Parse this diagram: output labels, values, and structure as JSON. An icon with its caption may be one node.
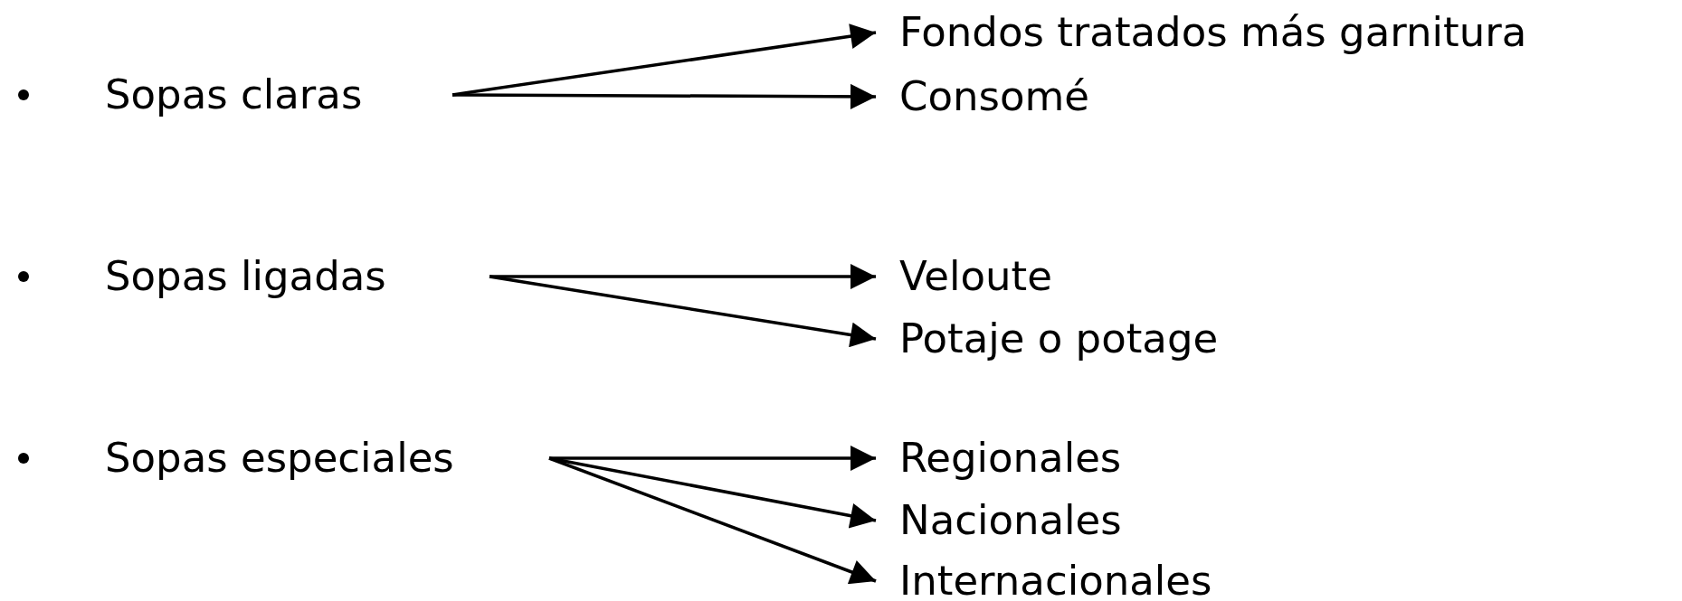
{
  "diagram": {
    "nodes": [
      {
        "text": [
          "Sopas claras"
        ]
      },
      {
        "text": [
          "Fondos tratados más garnitura"
        ]
      },
      {
        "text": [
          "Consomé"
        ]
      },
      {
        "text": [
          "Sopas ligadas"
        ]
      },
      {
        "text": [
          "Veloute"
        ]
      },
      {
        "text": [
          "Potaje o potage"
        ]
      },
      {
        "text": [
          "Sopas especiales"
        ]
      },
      {
        "text": [
          "Regionales"
        ]
      },
      {
        "text": [
          "Nacionales"
        ]
      },
      {
        "text": [
          "Internacionales"
        ]
      }
    ],
    "edges": [
      {
        "from": 0,
        "to": 1,
        "arrow": "to"
      },
      {
        "from": 0,
        "to": 2,
        "arrow": "to"
      },
      {
        "from": 3,
        "to": 4,
        "arrow": "to"
      },
      {
        "from": 3,
        "to": 5,
        "arrow": "to"
      },
      {
        "from": 6,
        "to": 7,
        "arrow": "to"
      },
      {
        "from": 6,
        "to": 8,
        "arrow": "to"
      },
      {
        "from": 6,
        "to": 9,
        "arrow": "to"
      }
    ]
  }
}
